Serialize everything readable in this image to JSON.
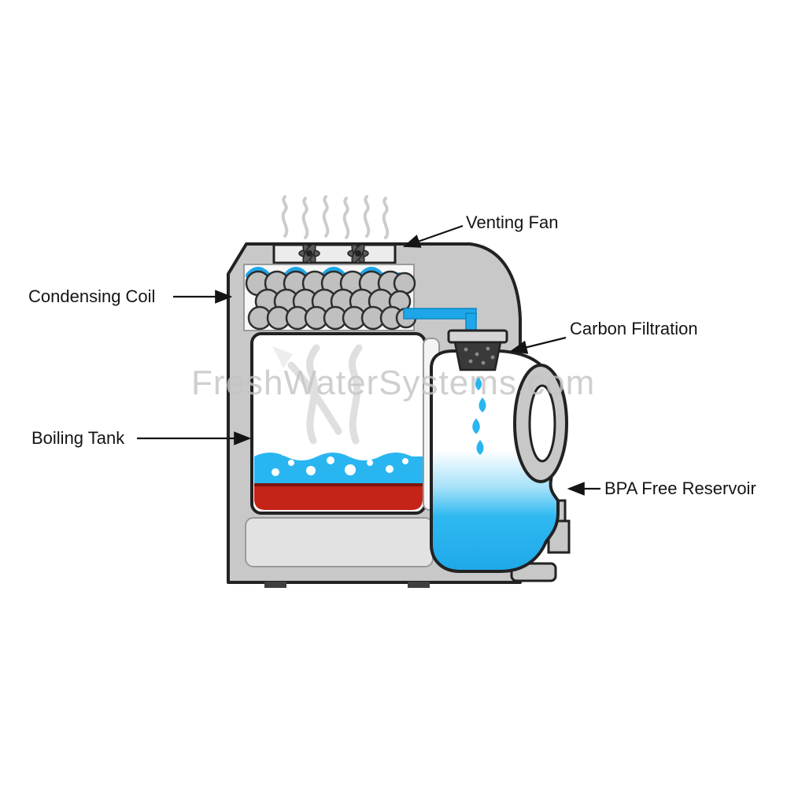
{
  "diagram": {
    "type": "cutaway-diagram",
    "subject": "Water Distiller",
    "watermark": "FreshWaterSystems.com",
    "labels": {
      "venting_fan": "Venting Fan",
      "condensing_coil": "Condensing Coil",
      "carbon_filtration": "Carbon Filtration",
      "boiling_tank": "Boiling Tank",
      "bpa_free_reservoir": "BPA Free Reservoir"
    },
    "colors": {
      "outline": "#222222",
      "body_gray": "#c8c8c8",
      "water_blue": "#29b6f0",
      "pipe_blue": "#1ea7e8",
      "heater_red": "#c42318",
      "steam_gray": "#cccccc",
      "carbon_black": "#3a3a3a",
      "watermark_gray": "#c4c4c4",
      "label_text": "#141414"
    }
  }
}
